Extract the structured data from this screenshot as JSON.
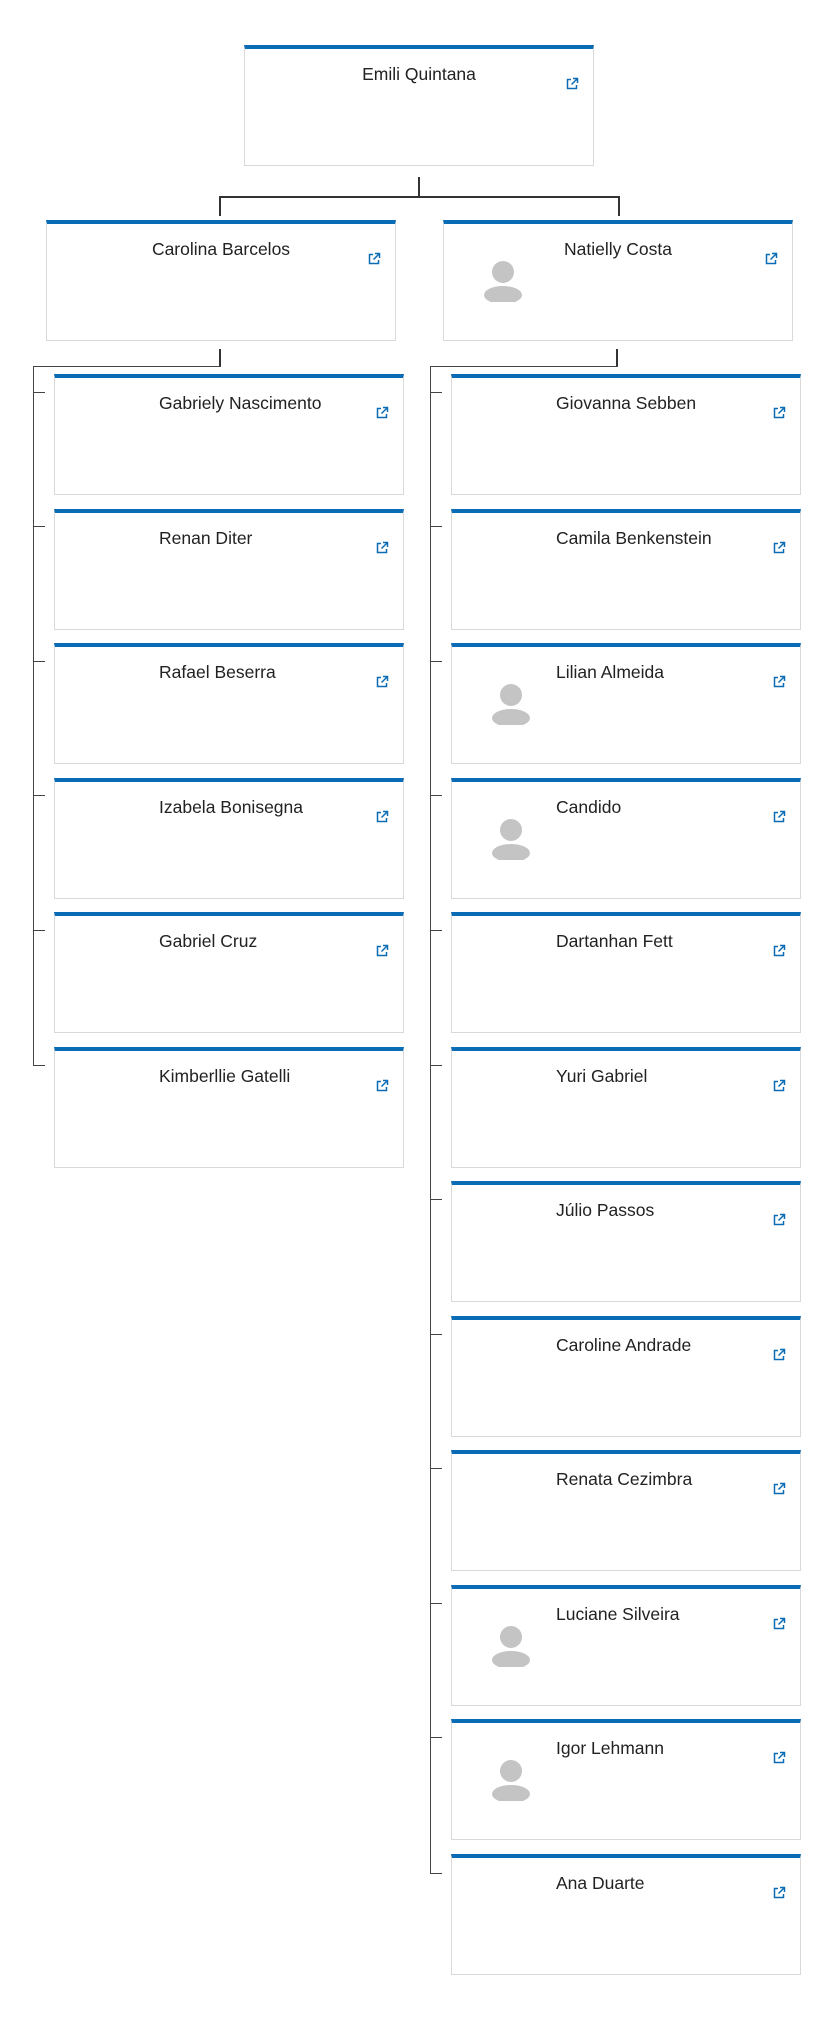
{
  "org_chart": {
    "root": {
      "name": "Emili Quintana",
      "has_avatar": false
    },
    "managers": [
      {
        "name": "Carolina Barcelos",
        "has_avatar": false,
        "reports": [
          {
            "name": "Gabriely Nascimento",
            "has_avatar": false
          },
          {
            "name": "Renan Diter",
            "has_avatar": false
          },
          {
            "name": "Rafael Beserra",
            "has_avatar": false
          },
          {
            "name": "Izabela Bonisegna",
            "has_avatar": false
          },
          {
            "name": "Gabriel Cruz",
            "has_avatar": false
          },
          {
            "name": "Kimberllie Gatelli",
            "has_avatar": false
          }
        ]
      },
      {
        "name": "Natielly Costa",
        "has_avatar": true,
        "reports": [
          {
            "name": "Giovanna Sebben",
            "has_avatar": false
          },
          {
            "name": "Camila Benkenstein",
            "has_avatar": false
          },
          {
            "name": "Lilian Almeida",
            "has_avatar": true
          },
          {
            "name": "Candido",
            "has_avatar": true
          },
          {
            "name": "Dartanhan Fett",
            "has_avatar": false
          },
          {
            "name": "Yuri Gabriel",
            "has_avatar": false
          },
          {
            "name": "Júlio Passos",
            "has_avatar": false
          },
          {
            "name": "Caroline Andrade",
            "has_avatar": false
          },
          {
            "name": "Renata Cezimbra",
            "has_avatar": false
          },
          {
            "name": "Luciane Silveira",
            "has_avatar": true
          },
          {
            "name": "Igor Lehmann",
            "has_avatar": true
          },
          {
            "name": "Ana Duarte",
            "has_avatar": false
          }
        ]
      }
    ]
  },
  "icons": {
    "external_link": "external-link-icon",
    "avatar_placeholder": "user-avatar-icon"
  },
  "colors": {
    "accent": "#0a6cb5",
    "card_border": "#d9d9d9",
    "connector": "#333333",
    "avatar": "#c4c4c4"
  }
}
